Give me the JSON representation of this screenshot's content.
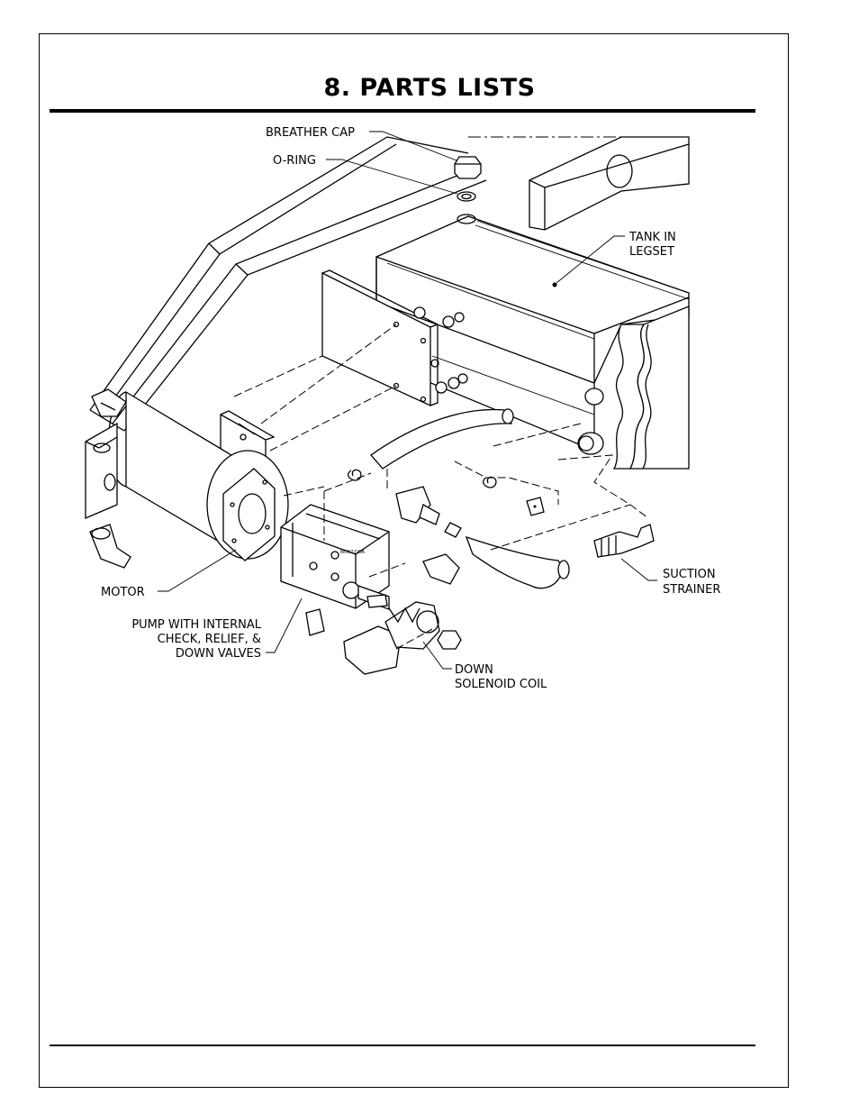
{
  "page": {
    "title": "8.  PARTS LISTS"
  },
  "diagram": {
    "labels": {
      "breather_cap": "BREATHER CAP",
      "o_ring": "O-RING",
      "tank_line1": "TANK IN",
      "tank_line2": "LEGSET",
      "motor": "MOTOR",
      "pump_line1": "PUMP WITH INTERNAL",
      "pump_line2": "CHECK, RELIEF, &",
      "pump_line3": "DOWN VALVES",
      "suction_line1": "SUCTION",
      "suction_line2": "STRAINER",
      "down_line1": "DOWN",
      "down_line2": "SOLENOID COIL"
    }
  }
}
